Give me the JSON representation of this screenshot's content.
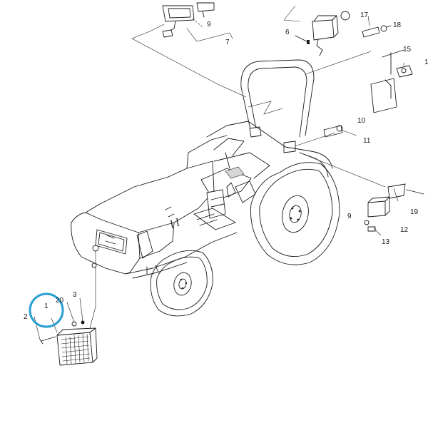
{
  "diagram": {
    "highlight_color": "#2a9fd0",
    "line_color": "#1a1a1a",
    "highlighted_part": "1",
    "parts": [
      {
        "id": "p1",
        "label": "1"
      },
      {
        "id": "p2",
        "label": "2"
      },
      {
        "id": "p20",
        "label": "20"
      },
      {
        "id": "p3",
        "label": "3"
      },
      {
        "id": "p9a",
        "label": "9"
      },
      {
        "id": "p7",
        "label": "7"
      },
      {
        "id": "p6",
        "label": "6"
      },
      {
        "id": "p17",
        "label": "17"
      },
      {
        "id": "p18",
        "label": "18"
      },
      {
        "id": "p15",
        "label": "15"
      },
      {
        "id": "p1b",
        "label": "1"
      },
      {
        "id": "p10",
        "label": "10"
      },
      {
        "id": "p11",
        "label": "11"
      },
      {
        "id": "p19",
        "label": "19"
      },
      {
        "id": "p9b",
        "label": "9"
      },
      {
        "id": "p12",
        "label": "12"
      },
      {
        "id": "p13",
        "label": "13"
      }
    ]
  }
}
